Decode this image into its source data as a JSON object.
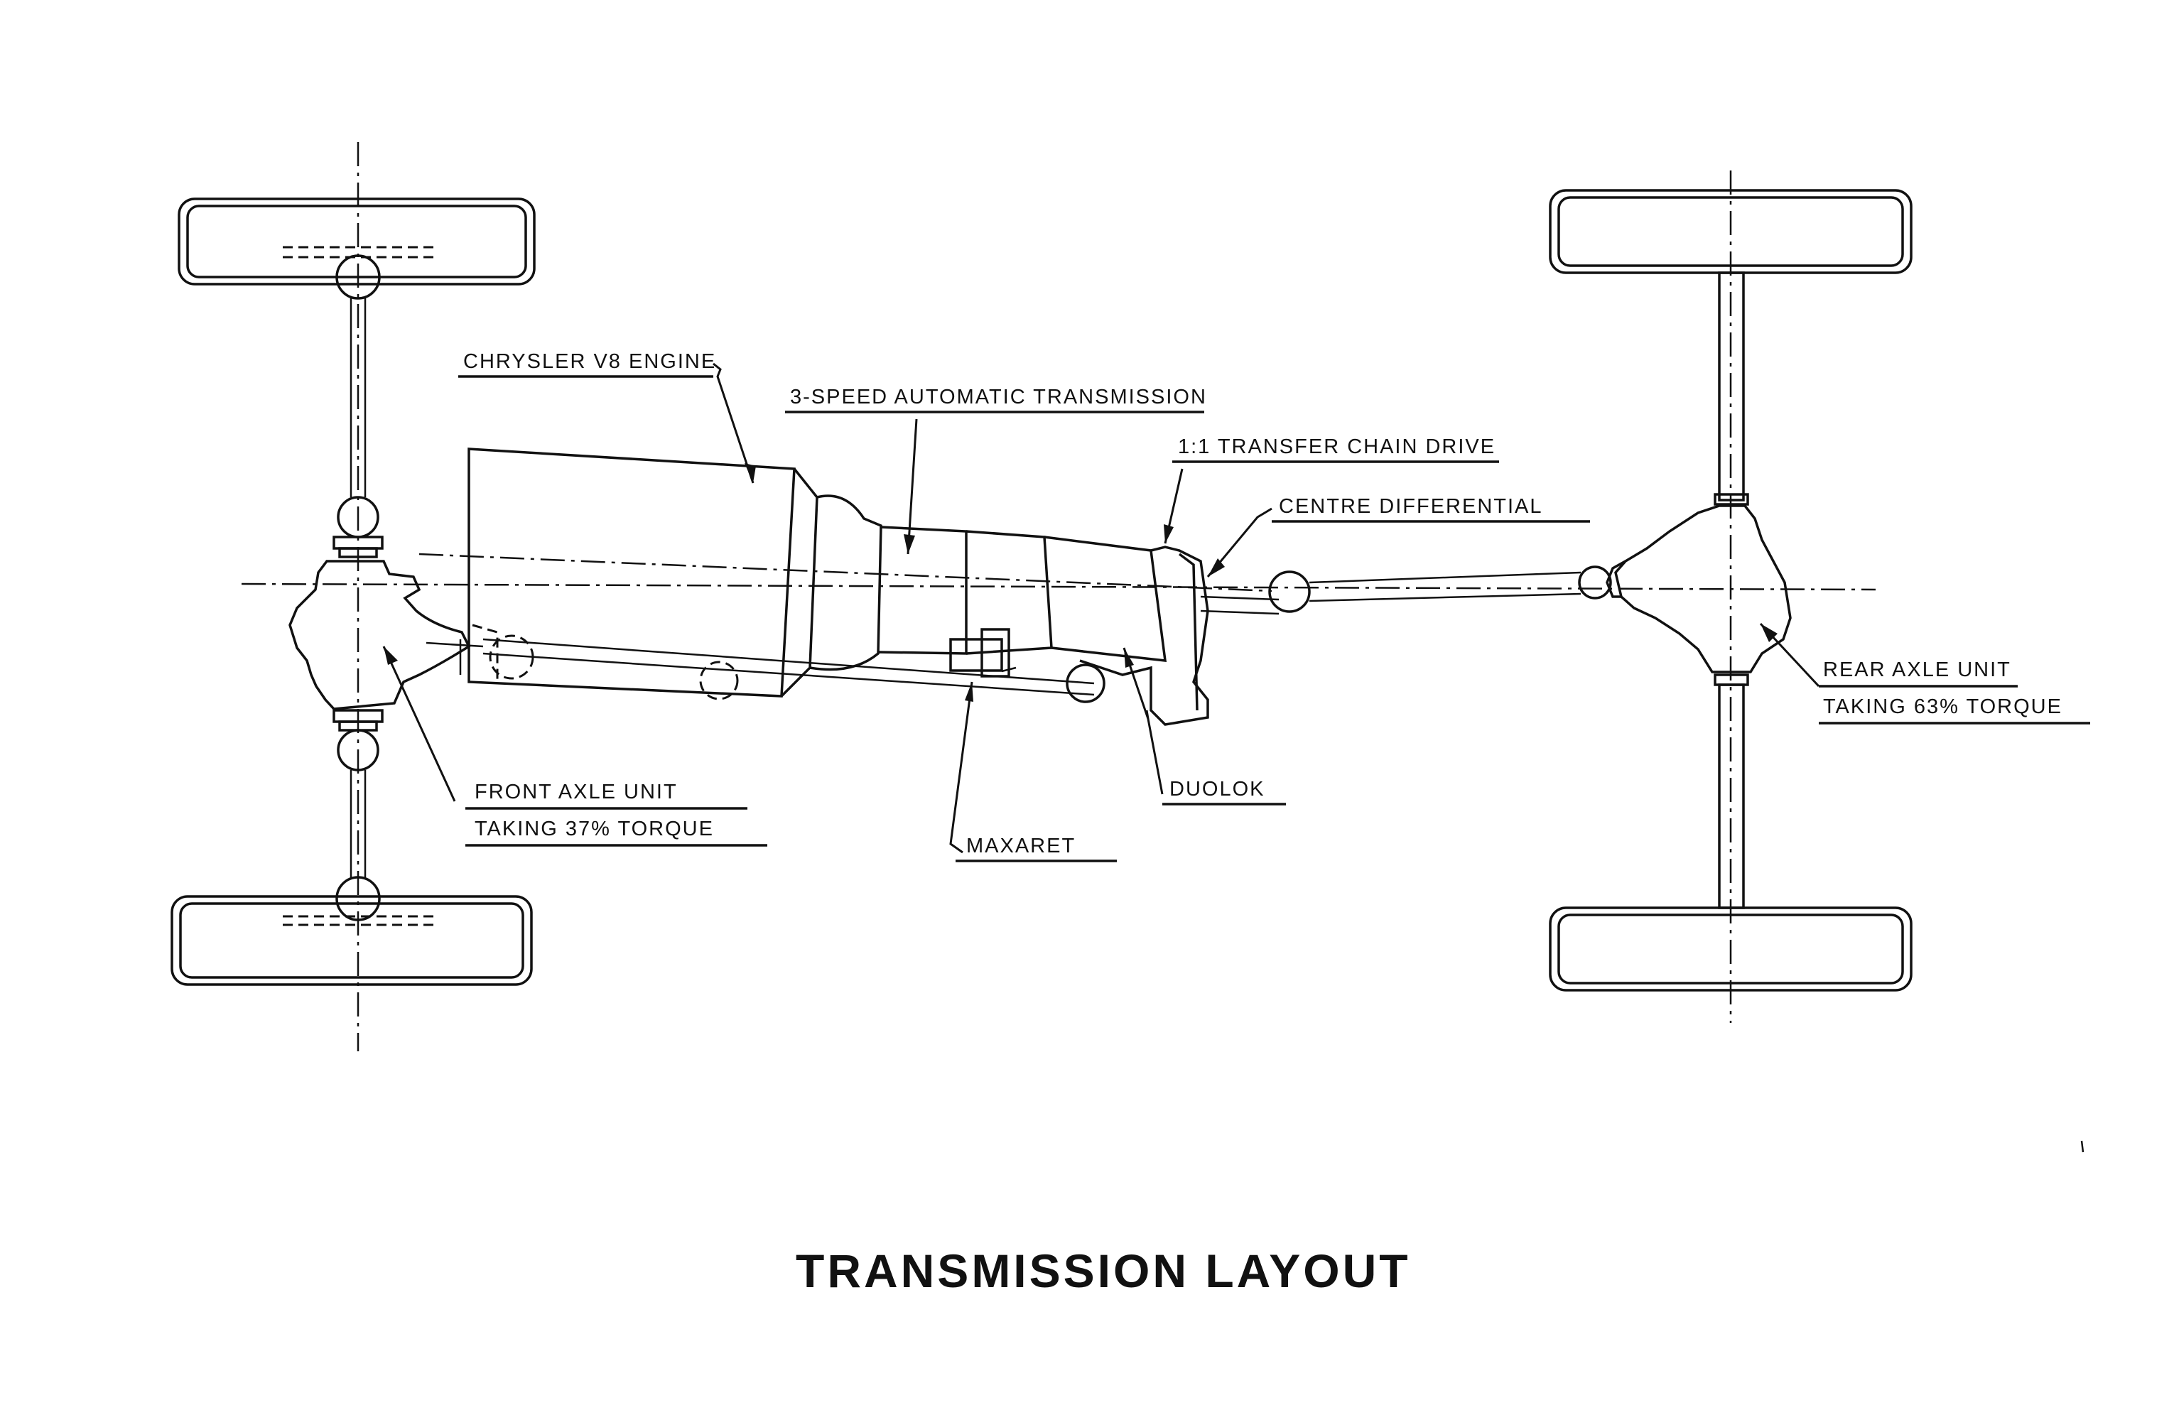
{
  "diagram": {
    "title": "TRANSMISSION LAYOUT",
    "labels": {
      "engine": "CHRYSLER V8 ENGINE",
      "transmission": "3-SPEED AUTOMATIC TRANSMISSION",
      "transfer": "1:1 TRANSFER CHAIN DRIVE",
      "centre_diff": "CENTRE DIFFERENTIAL",
      "rear_axle_line1": "REAR AXLE UNIT",
      "rear_axle_line2": "TAKING 63% TORQUE",
      "front_axle_line1": "FRONT AXLE UNIT",
      "front_axle_line2": "TAKING 37% TORQUE",
      "duolok": "DUOLOK",
      "maxaret": "MAXARET"
    },
    "line_color": "#111111",
    "background": "#ffffff"
  }
}
